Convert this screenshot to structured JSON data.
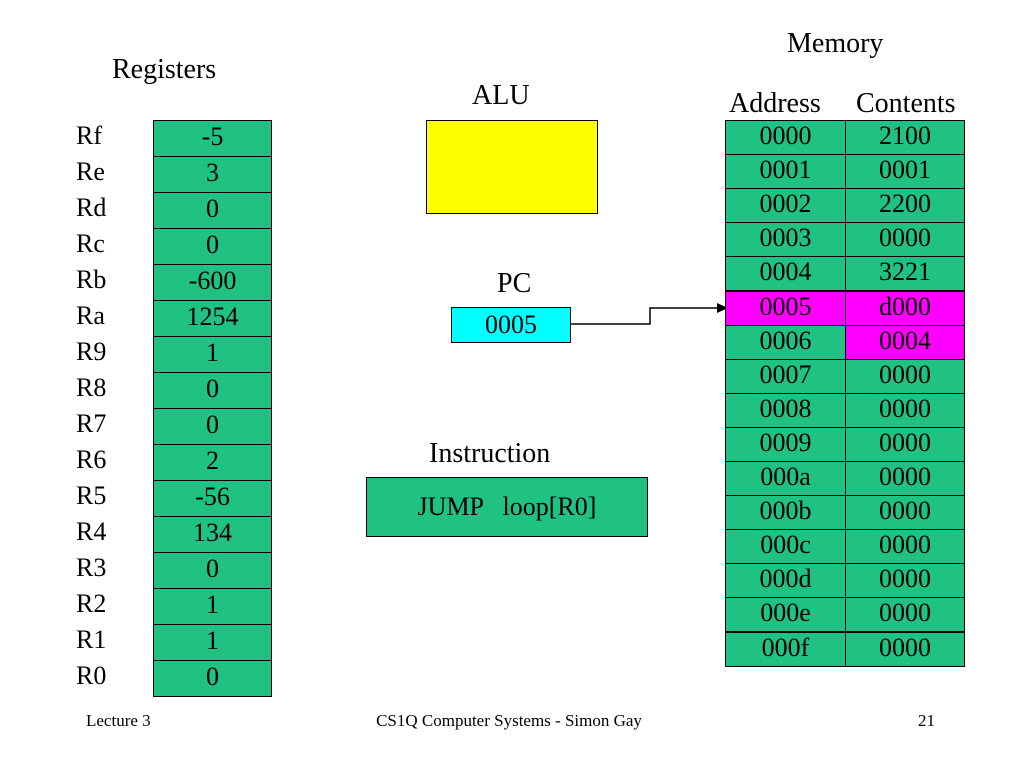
{
  "colors": {
    "cell_green": "#1fc282",
    "alu_yellow": "#ffff00",
    "pc_cyan": "#00ffff",
    "highlight_magenta": "#ff00ff"
  },
  "registers": {
    "title": "Registers",
    "items": [
      {
        "name": "Rf",
        "value": "-5"
      },
      {
        "name": "Re",
        "value": "3"
      },
      {
        "name": "Rd",
        "value": "0"
      },
      {
        "name": "Rc",
        "value": "0"
      },
      {
        "name": "Rb",
        "value": "-600"
      },
      {
        "name": "Ra",
        "value": "1254"
      },
      {
        "name": "R9",
        "value": "1"
      },
      {
        "name": "R8",
        "value": "0"
      },
      {
        "name": "R7",
        "value": "0"
      },
      {
        "name": "R6",
        "value": "2"
      },
      {
        "name": "R5",
        "value": "-56"
      },
      {
        "name": "R4",
        "value": "134"
      },
      {
        "name": "R3",
        "value": "0"
      },
      {
        "name": "R2",
        "value": "1"
      },
      {
        "name": "R1",
        "value": "1"
      },
      {
        "name": "R0",
        "value": "0"
      }
    ]
  },
  "alu": {
    "title": "ALU"
  },
  "pc": {
    "title": "PC",
    "value": "0005"
  },
  "instruction": {
    "title": "Instruction",
    "value": "JUMP   loop[R0]"
  },
  "memory": {
    "title": "Memory",
    "address_header": "Address",
    "contents_header": "Contents",
    "rows": [
      {
        "address": "0000",
        "contents": "2100"
      },
      {
        "address": "0001",
        "contents": "0001"
      },
      {
        "address": "0002",
        "contents": "2200"
      },
      {
        "address": "0003",
        "contents": "0000"
      },
      {
        "address": "0004",
        "contents": "3221"
      },
      {
        "address": "0005",
        "contents": "d000",
        "address_highlight": true,
        "contents_highlight": true
      },
      {
        "address": "0006",
        "contents": "0004",
        "contents_highlight": true
      },
      {
        "address": "0007",
        "contents": "0000"
      },
      {
        "address": "0008",
        "contents": "0000"
      },
      {
        "address": "0009",
        "contents": "0000"
      },
      {
        "address": "000a",
        "contents": "0000"
      },
      {
        "address": "000b",
        "contents": "0000"
      },
      {
        "address": "000c",
        "contents": "0000"
      },
      {
        "address": "000d",
        "contents": "0000"
      },
      {
        "address": "000e",
        "contents": "0000"
      },
      {
        "address": "000f",
        "contents": "0000"
      }
    ]
  },
  "footer": {
    "left": "Lecture 3",
    "center": "CS1Q Computer Systems - Simon Gay",
    "right": "21"
  }
}
